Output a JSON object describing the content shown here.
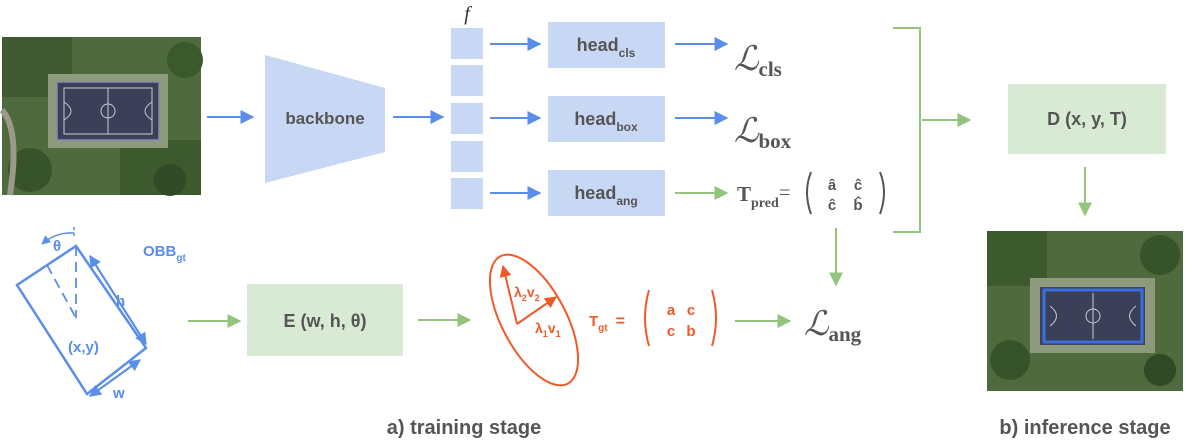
{
  "colors": {
    "blue_fill": "#c8d8f4",
    "blue_line": "#5b8ee8",
    "green_fill": "#d8ead3",
    "green_line": "#93c47d",
    "orange": "#f05a28",
    "text_dark": "#555555",
    "court_blue": "#3a6fe0"
  },
  "feature_map": {
    "label": "f"
  },
  "backbone": {
    "label": "backbone"
  },
  "heads": [
    {
      "base": "head",
      "sub": "cls"
    },
    {
      "base": "head",
      "sub": "box"
    },
    {
      "base": "head",
      "sub": "ang"
    }
  ],
  "losses": {
    "cls": {
      "symbol": "ℒ",
      "sub": "cls"
    },
    "box": {
      "symbol": "ℒ",
      "sub": "box"
    },
    "ang": {
      "symbol": "ℒ",
      "sub": "ang"
    }
  },
  "t_pred": {
    "base": "T",
    "sub": "pred",
    "eq": "=",
    "row1": [
      "â",
      "ĉ"
    ],
    "row2": [
      "ĉ",
      "b̂"
    ]
  },
  "encode": {
    "label": "E (w, h, θ)"
  },
  "decode": {
    "label": "D (x, y, T)"
  },
  "obb": {
    "title_base": "OBB",
    "title_sub": "gt",
    "theta": "θ",
    "h": "h",
    "w": "w",
    "center": "(x,y)"
  },
  "ellipse": {
    "l2": "λ",
    "l2_sub": "2",
    "v2": "v",
    "v2_sub": "2",
    "l1": "λ",
    "l1_sub": "1",
    "v1": "v",
    "v1_sub": "1"
  },
  "t_gt": {
    "base": "T",
    "sub": "gt",
    "eq": "=",
    "row1": [
      "a",
      "c"
    ],
    "row2": [
      "c",
      "b"
    ]
  },
  "stages": {
    "training": "a) training stage",
    "inference": "b) inference stage"
  }
}
